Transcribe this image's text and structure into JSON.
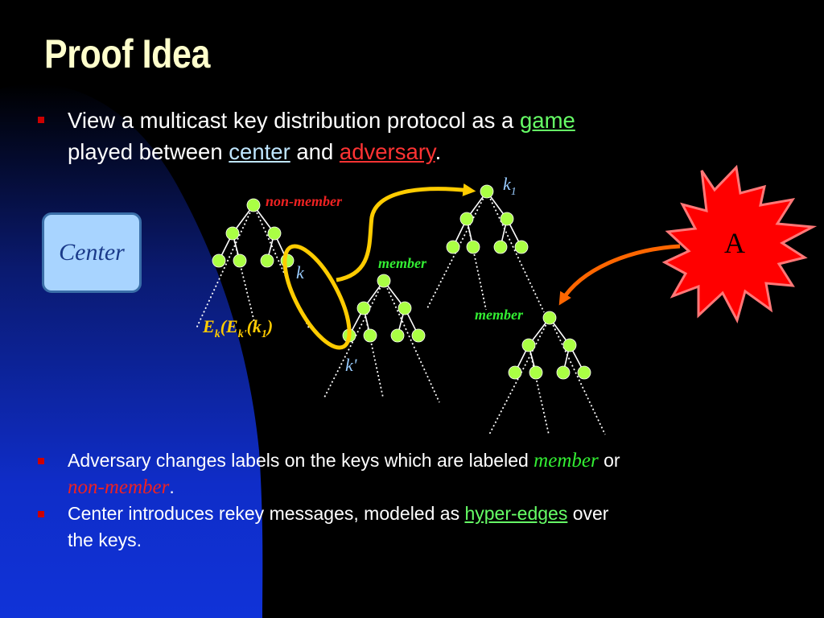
{
  "slide": {
    "title": "Proof Idea",
    "bullet1": {
      "t1": "View a multicast key distribution protocol as a ",
      "game": "game",
      "t2": "played between ",
      "center": "center",
      "t3": " and ",
      "adversary": "adversary",
      "t4": "."
    },
    "bullet2": {
      "t1": "Adversary changes labels on the keys which are labeled ",
      "member": "member",
      "t2": " or",
      "nonmember": "non-member",
      "t3": "."
    },
    "bullet3": {
      "t1": "Center introduces rekey messages, modeled as ",
      "hyperedges": "hyper-edges",
      "t2": " over",
      "t3": "the keys."
    }
  },
  "diagram": {
    "center_label": "Center",
    "adversary_label": "A",
    "tree_labels": {
      "non_member": "non-member",
      "member_middle": "member",
      "member_right": "member",
      "k": "k",
      "k_prime": "k'",
      "k1_base": "k",
      "k1_sub": "1"
    },
    "encryption_label": {
      "E1": "E",
      "sub1": "k",
      "mid": "(E",
      "sub2": "k'",
      "k1": "(k",
      "sub3": "1",
      "close": ")"
    },
    "colors": {
      "title": "#ffffcc",
      "node": "#aaff44",
      "hyperedge": "#ffcc00",
      "adversary_arrow": "#ff6600",
      "member_label": "#33ee33",
      "non_member_label": "#ee2222",
      "key_label": "#99ccff",
      "burst_fill": "#ff0000"
    }
  }
}
